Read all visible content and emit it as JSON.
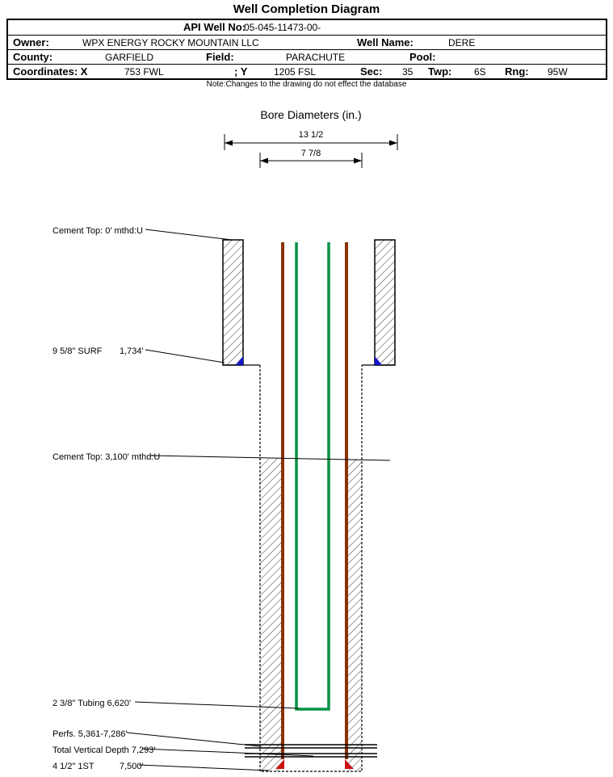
{
  "title": "Well Completion Diagram",
  "table": {
    "api": {
      "label": "API Well No:",
      "value": "05-045-11473-00-"
    },
    "owner": {
      "label": "Owner:",
      "value": "WPX ENERGY ROCKY MOUNTAIN LLC"
    },
    "well_name": {
      "label": "Well Name:",
      "value": "DERE"
    },
    "county": {
      "label": "County:",
      "value": "GARFIELD"
    },
    "field": {
      "label": "Field:",
      "value": "PARACHUTE"
    },
    "pool": {
      "label": "Pool:",
      "value": ""
    },
    "coordinates": {
      "label": "Coordinates: X",
      "x_value": "753 FWL",
      "y_label": "; Y",
      "y_value": "1205 FSL"
    },
    "sec": {
      "label": "Sec:",
      "value": "35"
    },
    "twp": {
      "label": "Twp:",
      "value": "6S"
    },
    "rng": {
      "label": "Rng:",
      "value": "95W"
    }
  },
  "note": "Note:Changes to the drawing do not effect the database",
  "bore_diameters": {
    "title": "Bore Diameters (in.)",
    "outer_in": "13 1/2",
    "inner_in": "7 7/8"
  },
  "annotations": {
    "cement_top_surface": "Cement Top: 0' mthd:U",
    "surface_casing": "9 5/8\" SURF",
    "surface_casing_depth": "1,734'",
    "cement_top_production": "Cement Top: 3,100' mthd:U",
    "tubing": "2 3/8\" Tubing 6,620'",
    "perfs": "Perfs. 5,361-7,286'",
    "tvd": "Total Vertical Depth 7,293'",
    "production_casing": "4 1/2\" 1ST",
    "production_casing_depth": "7,500'"
  },
  "colors": {
    "tubing": "#009245",
    "casing": "#8B3103",
    "surface_shoe": "#1414CC",
    "production_shoe": "#CC1414",
    "hatch": "#3a3a3a"
  }
}
